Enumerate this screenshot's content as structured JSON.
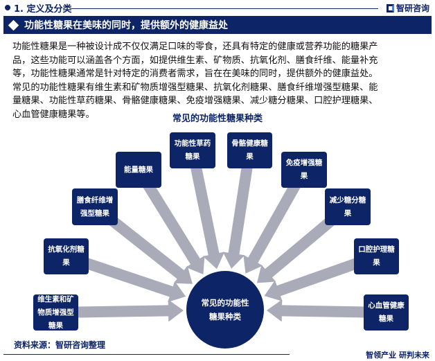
{
  "header": {
    "section": "1. 定义及分类",
    "brand": "智研咨询"
  },
  "banner": {
    "title": "功能性糖果在美味的同时，提供额外的健康益处"
  },
  "paragraph": [
    "功能性糖果是一种被设计成不仅仅满足口味的零食，还具有特定的健康或营养功能的糖果产",
    "品，这些功能可以涵盖各个方面，如提供维生素、矿物质、抗氧化剂、膳食纤维、能量补充",
    "等，功能性糖果通常是针对特定的消费者需求，旨在在美味的同时，提供额外的健康益处。",
    "常见的功能性糖果有维生素和矿物质增强型糖果、抗氧化剂糖果、膳食纤维增强型糖果、能",
    "量糖果、功能性草药糖果、骨骼健康糖果、免疫增强糖果、减少糖分糖果、口腔护理糖果、",
    "心血管健康糖果等。"
  ],
  "diagram": {
    "title": "常见的功能性糖果种类",
    "center": "常见的功能性糖果种类",
    "types": [
      "维生素和矿物质增强型糖果",
      "抗氧化剂糖果",
      "膳食纤维增强型糖果",
      "能量糖果",
      "功能性草药糖果",
      "骨骼健康糖果",
      "免疫增强糖果",
      "减少糖分糖果",
      "口腔护理糖果",
      "心血管健康糖果"
    ],
    "colors": {
      "box": "#0d2466",
      "arrow": "#a9abb8"
    }
  },
  "footer": {
    "source": "资料来源：智研咨询整理",
    "slogan": "智领产业 研判未来"
  }
}
